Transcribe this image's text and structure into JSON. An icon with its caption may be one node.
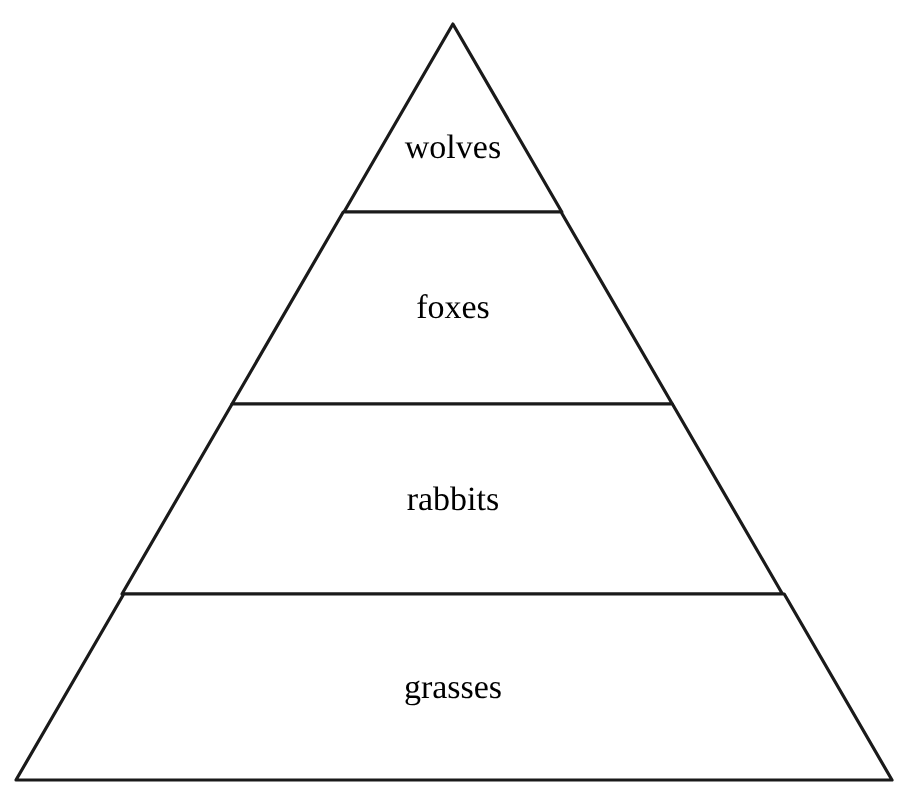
{
  "diagram": {
    "nodes": [
      {
        "text": [
          "wolves"
        ]
      },
      {
        "text": [
          "foxes"
        ]
      },
      {
        "text": [
          "rabbits"
        ]
      },
      {
        "text": [
          "grasses"
        ]
      }
    ]
  }
}
